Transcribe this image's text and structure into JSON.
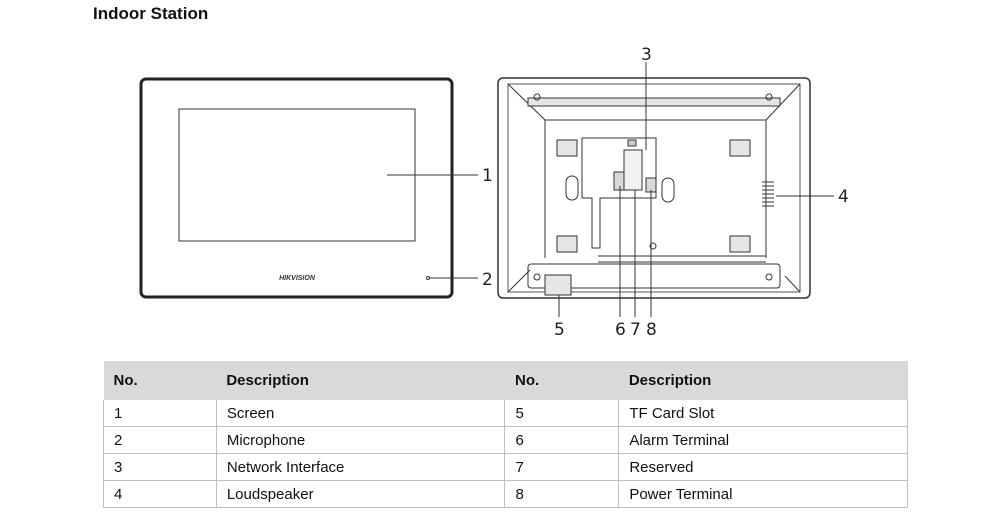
{
  "heading": "Indoor Station",
  "figure": {
    "brand_logo": "HIKVISION",
    "callouts": [
      "1",
      "2",
      "3",
      "4",
      "5",
      "6",
      "7",
      "8"
    ]
  },
  "table": {
    "headers": [
      "No.",
      "Description",
      "No.",
      "Description"
    ],
    "rows": [
      [
        "1",
        "Screen",
        "5",
        "TF Card Slot"
      ],
      [
        "2",
        "Microphone",
        "6",
        "Alarm Terminal"
      ],
      [
        "3",
        "Network Interface",
        "7",
        "Reserved"
      ],
      [
        "4",
        "Loudspeaker",
        "8",
        "Power Terminal"
      ]
    ]
  }
}
